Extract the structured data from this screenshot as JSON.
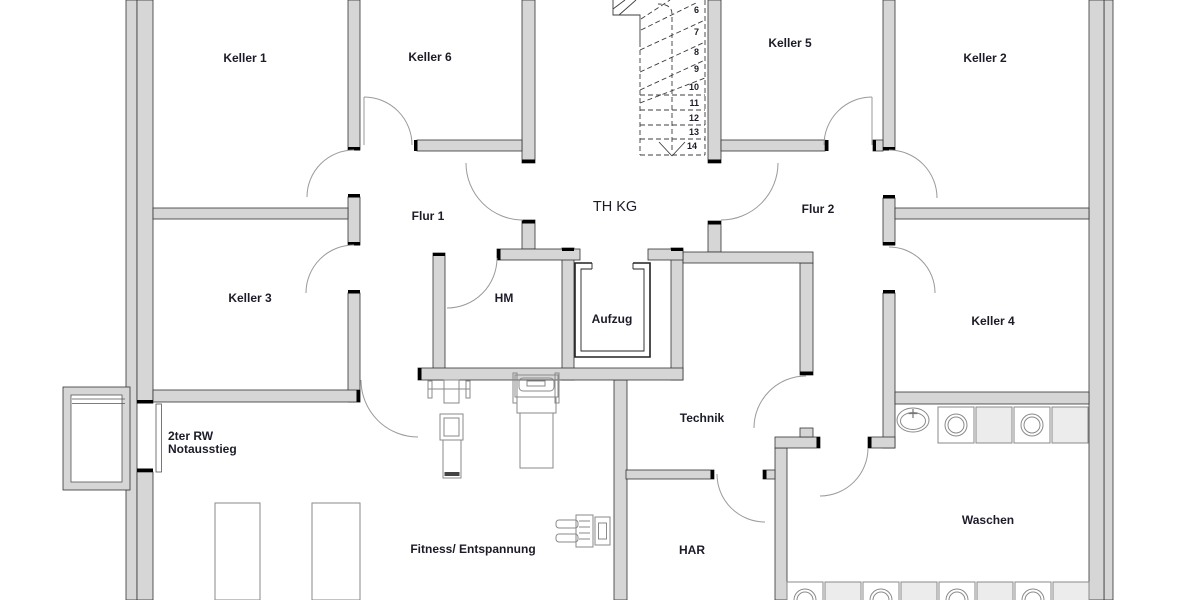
{
  "plan": {
    "rooms": {
      "keller1": "Keller 1",
      "keller2": "Keller 2",
      "keller3": "Keller 3",
      "keller4": "Keller 4",
      "keller5": "Keller 5",
      "keller6": "Keller 6",
      "flur1": "Flur 1",
      "flur2": "Flur 2",
      "th_kg": "TH KG",
      "hm": "HM",
      "aufzug": "Aufzug",
      "technik": "Technik",
      "har": "HAR",
      "waschen": "Waschen",
      "fitness": "Fitness/ Entspannung"
    },
    "annotations": {
      "exit_line1": "2ter RW",
      "exit_line2": "Notausstieg"
    },
    "stairs": {
      "steps": [
        "6",
        "7",
        "8",
        "9",
        "10",
        "11",
        "12",
        "13",
        "14"
      ]
    },
    "colors": {
      "wall_fill": "#d6d6d6",
      "wall_stroke": "#333333",
      "end_cap": "#000000",
      "door_arc": "#9a9a9a",
      "text": "#1c1c28",
      "fixture_stroke": "#8a8a8a"
    }
  }
}
